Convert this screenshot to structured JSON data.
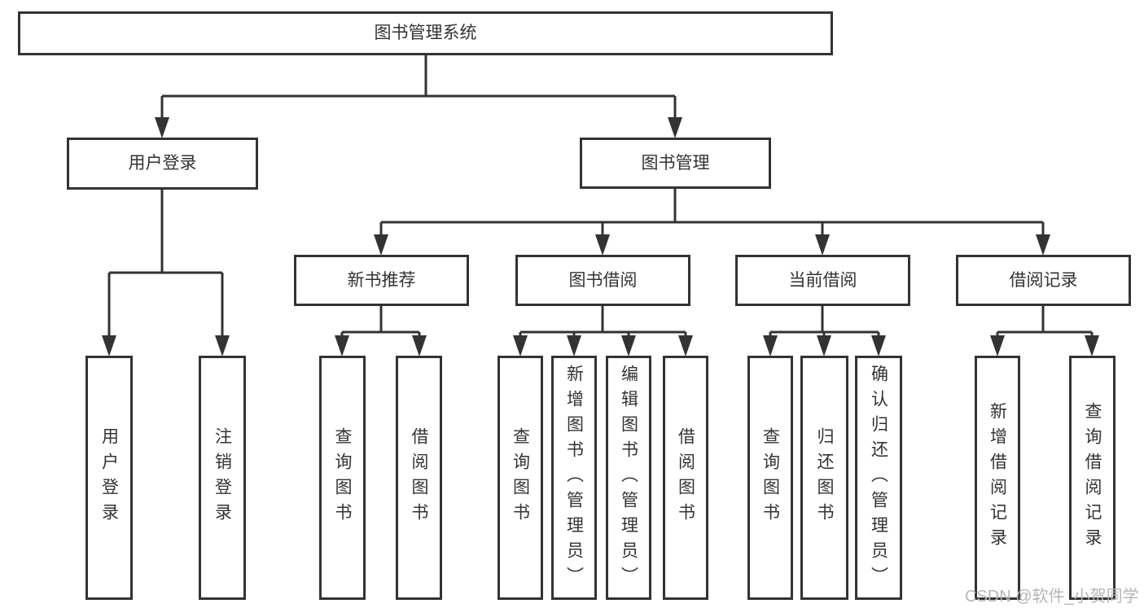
{
  "root": {
    "label": "图书管理系统"
  },
  "level2": [
    {
      "label": "用户登录"
    },
    {
      "label": "图书管理"
    }
  ],
  "level3": [
    {
      "label": "新书推荐",
      "parent": "图书管理"
    },
    {
      "label": "图书借阅",
      "parent": "图书管理"
    },
    {
      "label": "当前借阅",
      "parent": "图书管理"
    },
    {
      "label": "借阅记录",
      "parent": "图书管理"
    }
  ],
  "leaves": [
    {
      "label": "用户登录",
      "parent": "用户登录"
    },
    {
      "label": "注销登录",
      "parent": "用户登录"
    },
    {
      "label": "查询图书",
      "parent": "新书推荐"
    },
    {
      "label": "借阅图书",
      "parent": "新书推荐"
    },
    {
      "label": "查询图书",
      "parent": "图书借阅"
    },
    {
      "label": "新增图书（管理员）",
      "parent": "图书借阅"
    },
    {
      "label": "编辑图书（管理员）",
      "parent": "图书借阅"
    },
    {
      "label": "借阅图书",
      "parent": "图书借阅"
    },
    {
      "label": "查询图书",
      "parent": "当前借阅"
    },
    {
      "label": "归还图书",
      "parent": "当前借阅"
    },
    {
      "label": "确认归还（管理员）",
      "parent": "当前借阅"
    },
    {
      "label": "新增借阅记录",
      "parent": "借阅记录"
    },
    {
      "label": "查询借阅记录",
      "parent": "借阅记录"
    }
  ],
  "watermark": "CSDN @软件_小贺同学",
  "colors": {
    "line": "#333333",
    "text": "#333333",
    "bg": "#ffffff",
    "wm": "#b5b5b5"
  }
}
